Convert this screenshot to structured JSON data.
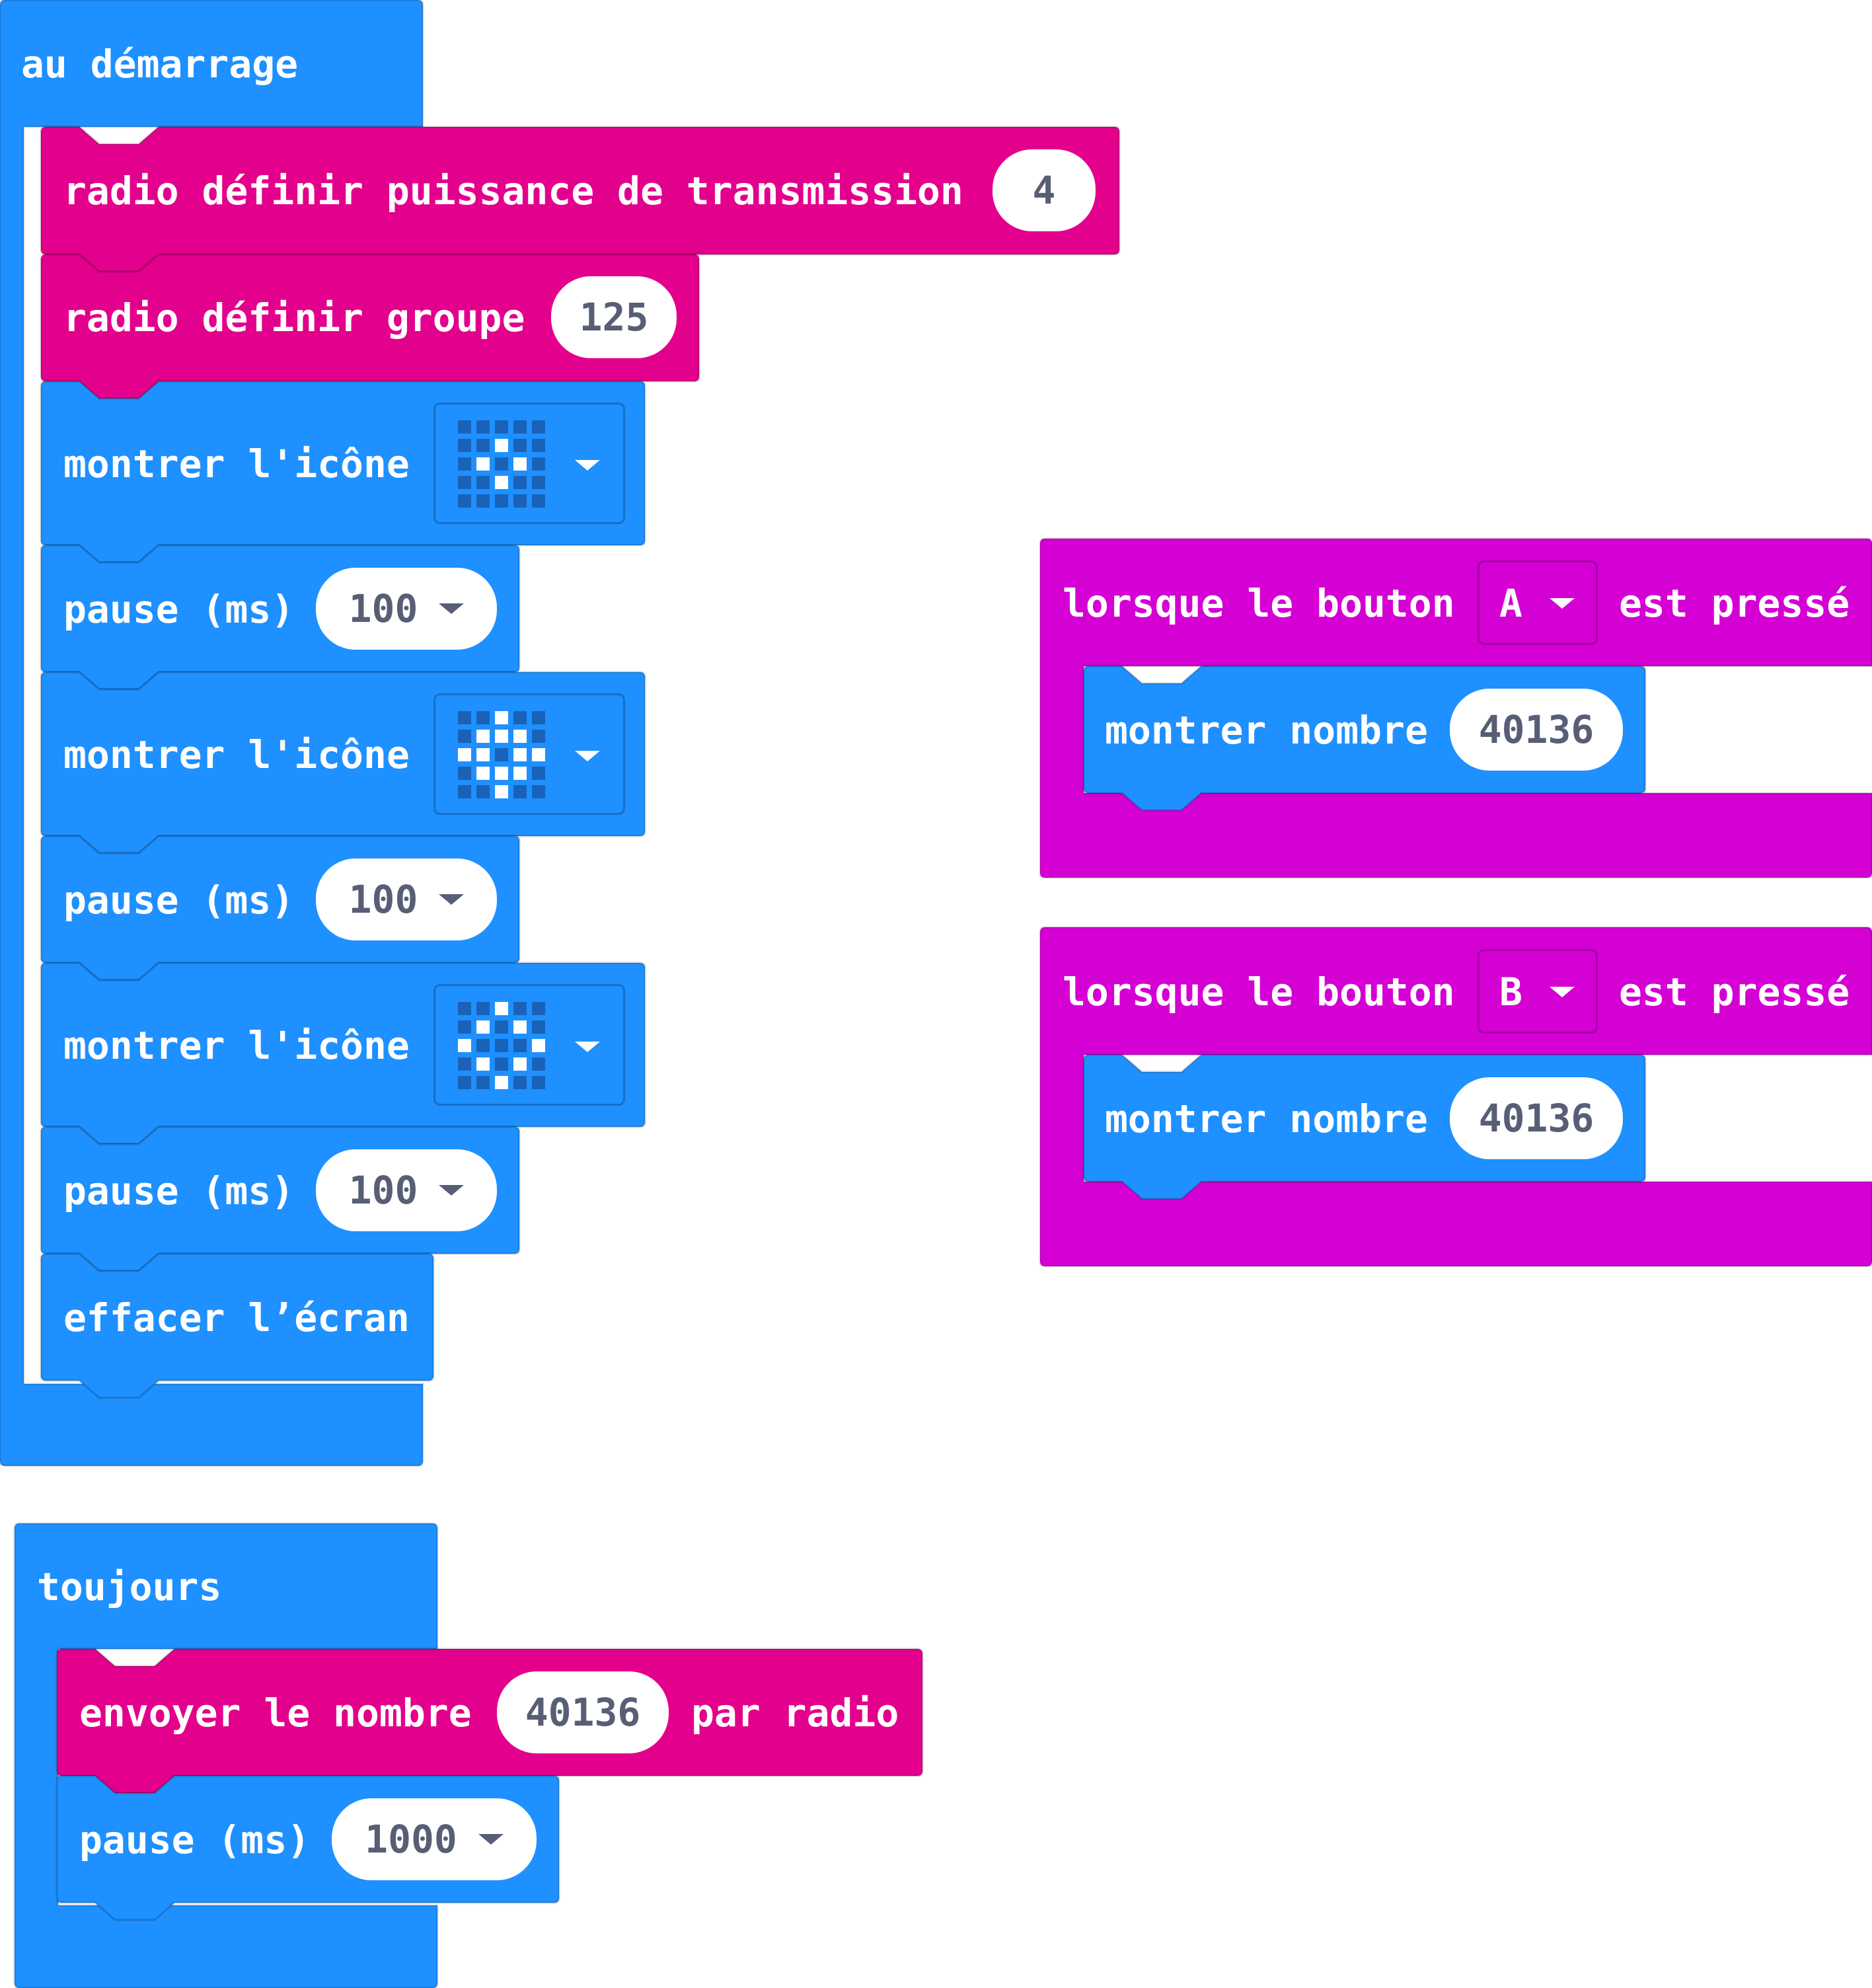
{
  "on_start": {
    "label": "au démarrage",
    "transmit_power": {
      "label": "radio définir puissance de transmission",
      "value": "4"
    },
    "set_group": {
      "label": "radio définir groupe",
      "value": "125"
    },
    "show_icon_1": {
      "label": "montrer l'icône",
      "pattern": [
        0,
        0,
        0,
        0,
        0,
        0,
        0,
        1,
        0,
        0,
        0,
        1,
        0,
        1,
        0,
        0,
        0,
        1,
        0,
        0,
        0,
        0,
        0,
        0,
        0
      ]
    },
    "pause_1": {
      "label": "pause (ms)",
      "value": "100"
    },
    "show_icon_2": {
      "label": "montrer l'icône",
      "pattern": [
        0,
        0,
        1,
        0,
        0,
        0,
        1,
        1,
        1,
        0,
        1,
        1,
        0,
        1,
        1,
        0,
        1,
        1,
        1,
        0,
        0,
        0,
        1,
        0,
        0
      ]
    },
    "pause_2": {
      "label": "pause (ms)",
      "value": "100"
    },
    "show_icon_3": {
      "label": "montrer l'icône",
      "pattern": [
        0,
        0,
        1,
        0,
        0,
        0,
        1,
        0,
        1,
        0,
        1,
        0,
        0,
        0,
        1,
        0,
        1,
        0,
        1,
        0,
        0,
        0,
        1,
        0,
        0
      ]
    },
    "pause_3": {
      "label": "pause (ms)",
      "value": "100"
    },
    "clear_screen": {
      "label": "effacer l’écran"
    }
  },
  "forever": {
    "label": "toujours",
    "send_number": {
      "label": "envoyer le nombre",
      "value": "40136",
      "suffix": "par radio"
    },
    "pause": {
      "label": "pause (ms)",
      "value": "1000"
    }
  },
  "button_a": {
    "prefix": "lorsque le bouton",
    "button": "A",
    "suffix": "est pressé",
    "show_number": {
      "label": "montrer nombre",
      "value": "40136"
    }
  },
  "button_b": {
    "prefix": "lorsque le bouton",
    "button": "B",
    "suffix": "est pressé",
    "show_number": {
      "label": "montrer nombre",
      "value": "40136"
    }
  },
  "colors": {
    "basic": "#1e90ff",
    "radio": "#e3008c",
    "input": "#d400d4"
  }
}
